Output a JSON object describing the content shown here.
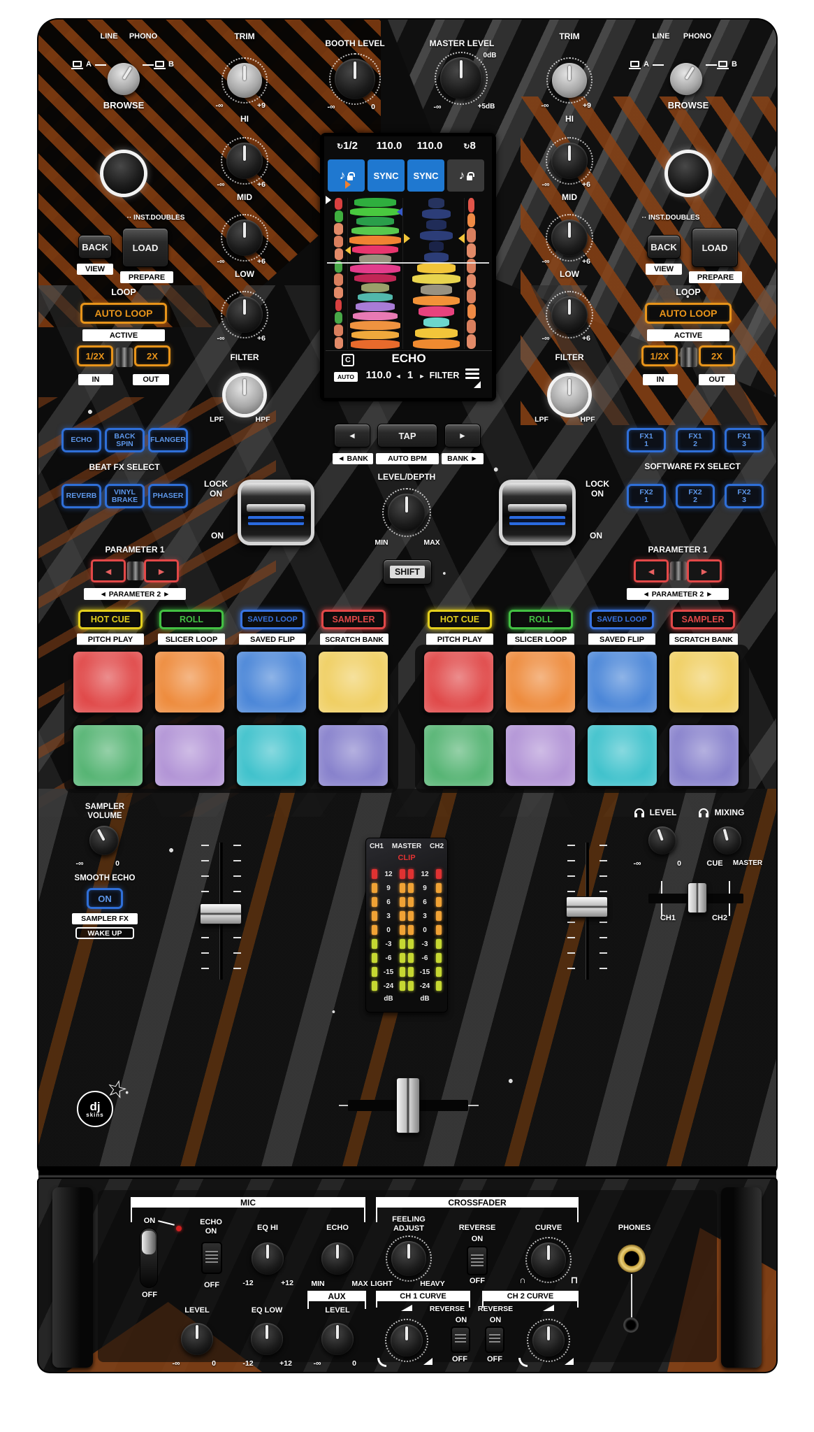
{
  "glyphs": {
    "left": "◄",
    "right": "►",
    "loop": "↻",
    "smooth": "∩",
    "sharp": "⊓"
  },
  "colors": {
    "accent_orange": "#e8941a",
    "fx_blue": "#2f6fd8",
    "param_red": "#e34848",
    "sync_blue": "#1f78d0",
    "panel_orange": "#8a4416",
    "clip_red": "#e03232",
    "meter_high": "#f0a235",
    "meter_low": "#c6d832"
  },
  "deck_common": {
    "selector": {
      "line": "LINE",
      "phono": "PHONO",
      "a": "A",
      "b": "B"
    },
    "trim": {
      "label": "TRIM",
      "min": "-∞",
      "max": "+9"
    },
    "browse_label": "BROWSE",
    "inst_doubles": "·· INST.DOUBLES",
    "back": "BACK",
    "load": "LOAD",
    "view": "VIEW",
    "prepare": "PREPARE",
    "loop": {
      "title": "LOOP",
      "auto": "AUTO LOOP",
      "active": "ACTIVE",
      "half": "1/2X",
      "dbl": "2X",
      "in": "IN",
      "out": "OUT"
    },
    "eq_hi": {
      "label": "HI",
      "min": "-∞",
      "max": "+6"
    },
    "eq_mid": {
      "label": "MID",
      "min": "-∞",
      "max": "+6"
    },
    "eq_low": {
      "label": "LOW",
      "min": "-∞",
      "max": "+6"
    },
    "filter": {
      "label": "FILTER",
      "min": "LPF",
      "max": "HPF"
    },
    "lock_on": "LOCK ON",
    "on": "ON",
    "parameter1": "PARAMETER 1",
    "parameter2": "◄  PARAMETER 2  ►",
    "pad_modes": [
      {
        "label": "HOT CUE",
        "sub": "PITCH PLAY",
        "color": "#e3cf1d"
      },
      {
        "label": "ROLL",
        "sub": "SLICER LOOP",
        "color": "#43c043"
      },
      {
        "label": "SAVED LOOP",
        "sub": "SAVED FLIP",
        "color": "#3873e0"
      },
      {
        "label": "SAMPLER",
        "sub": "SCRATCH BANK",
        "color": "#e04848"
      }
    ],
    "pad_colors": [
      "#e04848",
      "#ee8b3c",
      "#4a86d8",
      "#f0cf62",
      "#55b473",
      "#b294d6",
      "#3fc2cc",
      "#8781cc"
    ]
  },
  "deck_a": {
    "beat_fx_select": "BEAT FX SELECT",
    "fx_row1": [
      "ECHO",
      "BACK SPIN",
      "FLANGER"
    ],
    "fx_row2": [
      "REVERB",
      "VINYL BRAKE",
      "PHASER"
    ]
  },
  "deck_b": {
    "software_fx_select": "SOFTWARE FX SELECT",
    "fx_row1": [
      {
        "l1": "FX1",
        "l2": "1"
      },
      {
        "l1": "FX1",
        "l2": "2"
      },
      {
        "l1": "FX1",
        "l2": "3"
      }
    ],
    "fx_row2": [
      {
        "l1": "FX2",
        "l2": "1"
      },
      {
        "l1": "FX2",
        "l2": "2"
      },
      {
        "l1": "FX2",
        "l2": "3"
      }
    ]
  },
  "center": {
    "booth": {
      "label": "BOOTH LEVEL",
      "min": "-∞",
      "max": "0"
    },
    "master": {
      "label": "MASTER LEVEL",
      "top": "0dB",
      "min": "-∞",
      "max": "+5dB"
    },
    "display": {
      "loop_a": "1/2",
      "bpm_a": "110.0",
      "bpm_b": "110.0",
      "loop_b": "8",
      "sync": "SYNC",
      "keylock": "♪",
      "fx_name": "ECHO",
      "slot": "C",
      "auto_badge": "AUTO",
      "bpm": "110.0",
      "beats": "1",
      "filter": "FILTER",
      "wave_a": [
        {
          "c": "#2fae3e",
          "w": 78
        },
        {
          "c": "#49c93f",
          "w": 92
        },
        {
          "c": "#2a9e4a",
          "w": 70
        },
        {
          "c": "#58c84e",
          "w": 88
        },
        {
          "c": "#f08232",
          "w": 96
        },
        {
          "c": "#e8356e",
          "w": 84
        },
        {
          "c": "#98927e",
          "w": 58
        },
        {
          "c": "#e23d8c",
          "w": 92
        },
        {
          "c": "#c22656",
          "w": 76
        },
        {
          "c": "#9aa06a",
          "w": 52
        },
        {
          "c": "#52b8ac",
          "w": 64
        },
        {
          "c": "#a87cd6",
          "w": 72
        },
        {
          "c": "#e87ab4",
          "w": 82
        },
        {
          "c": "#ef9340",
          "w": 92
        },
        {
          "c": "#f0a93c",
          "w": 86
        },
        {
          "c": "#e86a2c",
          "w": 90
        }
      ],
      "wave_b": [
        {
          "c": "#26335f",
          "w": 30
        },
        {
          "c": "#2c3d78",
          "w": 52
        },
        {
          "c": "#202c58",
          "w": 36
        },
        {
          "c": "#2c3d78",
          "w": 60
        },
        {
          "c": "#1a2348",
          "w": 26
        },
        {
          "c": "#2c3d78",
          "w": 44
        },
        {
          "c": "#f2c53a",
          "w": 70
        },
        {
          "c": "#e8d44e",
          "w": 88
        },
        {
          "c": "#989281",
          "w": 56
        },
        {
          "c": "#f29238",
          "w": 86
        },
        {
          "c": "#e8427e",
          "w": 64
        },
        {
          "c": "#6cd6cc",
          "w": 46
        },
        {
          "c": "#f2c53a",
          "w": 78
        },
        {
          "c": "#ef8a30",
          "w": 84
        }
      ],
      "side_a": [
        {
          "c": "#d84040",
          "w": 70
        },
        {
          "c": "#3fae3f",
          "w": 80
        },
        {
          "c": "#e28a68",
          "w": 85
        },
        {
          "c": "#d97f5e",
          "w": 90
        },
        {
          "c": "#e28a68",
          "w": 80
        },
        {
          "c": "#48a848",
          "w": 75
        },
        {
          "c": "#d97f5e",
          "w": 88
        },
        {
          "c": "#e28a68",
          "w": 92
        },
        {
          "c": "#d84040",
          "w": 60
        },
        {
          "c": "#48a848",
          "w": 70
        },
        {
          "c": "#d97f5e",
          "w": 85
        },
        {
          "c": "#e28a68",
          "w": 80
        }
      ],
      "side_b": [
        {
          "c": "#e2554a",
          "w": 60
        },
        {
          "c": "#ef8a45",
          "w": 75
        },
        {
          "c": "#d97f5e",
          "w": 88
        },
        {
          "c": "#e28a68",
          "w": 92
        },
        {
          "c": "#d97f5e",
          "w": 85
        },
        {
          "c": "#e28a68",
          "w": 90
        },
        {
          "c": "#d97f5e",
          "w": 88
        },
        {
          "c": "#ef8a45",
          "w": 80
        },
        {
          "c": "#d97f5e",
          "w": 86
        },
        {
          "c": "#e28a68",
          "w": 90
        }
      ]
    },
    "tap": "TAP",
    "bank_left": "◄ BANK",
    "auto_bpm": "AUTO BPM",
    "bank_right": "BANK ►",
    "level_depth": {
      "label": "LEVEL/DEPTH",
      "min": "MIN",
      "max": "MAX"
    },
    "shift": "SHIFT"
  },
  "sampler": {
    "line1": "SAMPLER",
    "line2": "VOLUME",
    "min": "-∞",
    "max": "0",
    "smooth": "SMOOTH ECHO",
    "on": "ON",
    "fx": "SAMPLER FX",
    "wake": "WAKE UP"
  },
  "meters": {
    "ch1": "CH1",
    "master": "MASTER",
    "ch2": "CH2",
    "clip": "CLIP",
    "scale": [
      "12",
      "9",
      "6",
      "3",
      "0",
      "-3",
      "-6",
      "-15",
      "-24"
    ],
    "unit": "dB"
  },
  "phones_cue": {
    "level": "LEVEL",
    "mixing": "MIXING",
    "min": "-∞",
    "max": "0",
    "cue": "CUE",
    "master": "MASTER",
    "ch1": "CH1",
    "ch2": "CH2"
  },
  "front": {
    "mic": {
      "title": "MIC",
      "on": "ON",
      "off": "OFF",
      "echo_sw1": "ECHO",
      "echo_sw2": "ON",
      "echo_sw_off": "OFF",
      "eq_hi": "EQ HI",
      "eq_min": "-12",
      "eq_max": "+12",
      "echo": "ECHO",
      "echo_min": "MIN",
      "echo_max": "MAX",
      "level": "LEVEL",
      "lvl_min": "-∞",
      "lvl_max": "0",
      "eq_low": "EQ LOW"
    },
    "aux": {
      "title": "AUX",
      "level": "LEVEL",
      "min": "-∞",
      "max": "0"
    },
    "xf": {
      "title": "CROSSFADER",
      "feel1": "FEELING",
      "feel2": "ADJUST",
      "light": "LIGHT",
      "heavy": "HEAVY",
      "rev": "REVERSE",
      "on": "ON",
      "off": "OFF",
      "curve": "CURVE"
    },
    "ch1": {
      "title": "CH 1 CURVE",
      "rev": "REVERSE",
      "on": "ON",
      "off": "OFF"
    },
    "ch2": {
      "title": "CH 2 CURVE",
      "rev": "REVERSE",
      "on": "ON",
      "off": "OFF"
    },
    "phones": "PHONES"
  },
  "logo": {
    "dj": "dj",
    "skins": "skins"
  }
}
